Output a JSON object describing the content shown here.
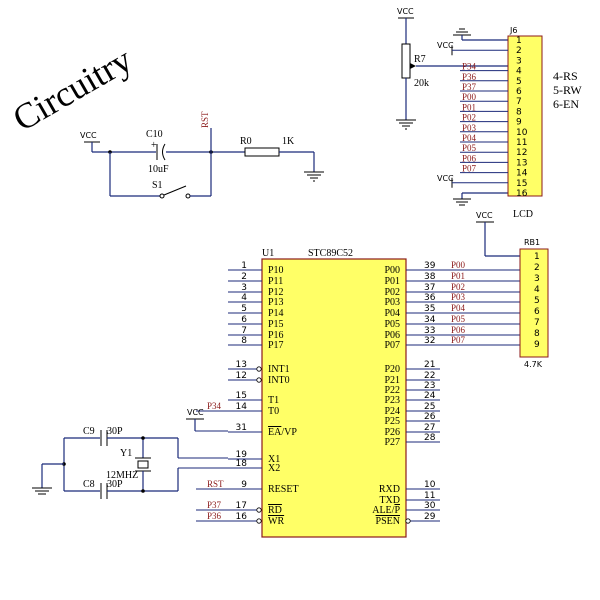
{
  "title": "Circuitry",
  "notes": [
    "4-RS",
    "5-RW",
    "6-EN"
  ],
  "vcc": "VCC",
  "u1": {
    "ref": "U1",
    "part": "STC89C52",
    "left_pins": [
      {
        "num": "1",
        "name": "P10"
      },
      {
        "num": "2",
        "name": "P11"
      },
      {
        "num": "3",
        "name": "P12"
      },
      {
        "num": "4",
        "name": "P13"
      },
      {
        "num": "5",
        "name": "P14"
      },
      {
        "num": "6",
        "name": "P15"
      },
      {
        "num": "7",
        "name": "P16"
      },
      {
        "num": "8",
        "name": "P17"
      },
      {
        "num": "13",
        "name": "INT1",
        "bubble": true
      },
      {
        "num": "12",
        "name": "INT0",
        "bubble": true
      },
      {
        "num": "15",
        "name": "T1"
      },
      {
        "num": "14",
        "name": "T0",
        "net": "P34"
      },
      {
        "num": "31",
        "name": "EA/VP",
        "overline": "EA"
      },
      {
        "num": "19",
        "name": "X1"
      },
      {
        "num": "18",
        "name": "X2"
      },
      {
        "num": "9",
        "name": "RESET",
        "net": "RST"
      },
      {
        "num": "17",
        "name": "RD",
        "net": "P37",
        "overline": "RD",
        "bubble": true
      },
      {
        "num": "16",
        "name": "WR",
        "net": "P36",
        "overline": "WR",
        "bubble": true
      }
    ],
    "right_pins": [
      {
        "num": "39",
        "name": "P00",
        "net": "P00"
      },
      {
        "num": "38",
        "name": "P01",
        "net": "P01"
      },
      {
        "num": "37",
        "name": "P02",
        "net": "P02"
      },
      {
        "num": "36",
        "name": "P03",
        "net": "P03"
      },
      {
        "num": "35",
        "name": "P04",
        "net": "P04"
      },
      {
        "num": "34",
        "name": "P05",
        "net": "P05"
      },
      {
        "num": "33",
        "name": "P06",
        "net": "P06"
      },
      {
        "num": "32",
        "name": "P07",
        "net": "P07"
      },
      {
        "num": "21",
        "name": "P20"
      },
      {
        "num": "22",
        "name": "P21"
      },
      {
        "num": "23",
        "name": "P22"
      },
      {
        "num": "24",
        "name": "P23"
      },
      {
        "num": "25",
        "name": "P24"
      },
      {
        "num": "26",
        "name": "P25"
      },
      {
        "num": "27",
        "name": "P26"
      },
      {
        "num": "28",
        "name": "P27"
      },
      {
        "num": "10",
        "name": "RXD"
      },
      {
        "num": "11",
        "name": "TXD"
      },
      {
        "num": "30",
        "name": "ALE/P",
        "overline": "P"
      },
      {
        "num": "29",
        "name": "PSEN",
        "overline": "PSEN",
        "bubble": true
      }
    ]
  },
  "lcd": {
    "ref": "J6",
    "label": "LCD",
    "pins": [
      "1",
      "2",
      "3",
      "4",
      "5",
      "6",
      "7",
      "8",
      "9",
      "10",
      "11",
      "12",
      "13",
      "14",
      "15",
      "16"
    ],
    "nets": [
      "",
      "VCC",
      "",
      "P34",
      "P36",
      "P37",
      "P00",
      "P01",
      "P02",
      "P03",
      "P04",
      "P05",
      "P06",
      "P07",
      "VCC",
      ""
    ]
  },
  "rb1": {
    "ref": "RB1",
    "value": "4.7K",
    "pins": [
      "1",
      "2",
      "3",
      "4",
      "5",
      "6",
      "7",
      "8",
      "9"
    ]
  },
  "r7": {
    "ref": "R7",
    "value": "20k"
  },
  "c10": {
    "ref": "C10",
    "value": "10uF",
    "polarity": "+"
  },
  "r0": {
    "ref": "R0",
    "value": "1K"
  },
  "s1": {
    "ref": "S1"
  },
  "rst_net": "RST",
  "c9": {
    "ref": "C9",
    "value": "30P"
  },
  "c8": {
    "ref": "C8",
    "value": "30P"
  },
  "y1": {
    "ref": "Y1",
    "value": "12MHZ"
  }
}
